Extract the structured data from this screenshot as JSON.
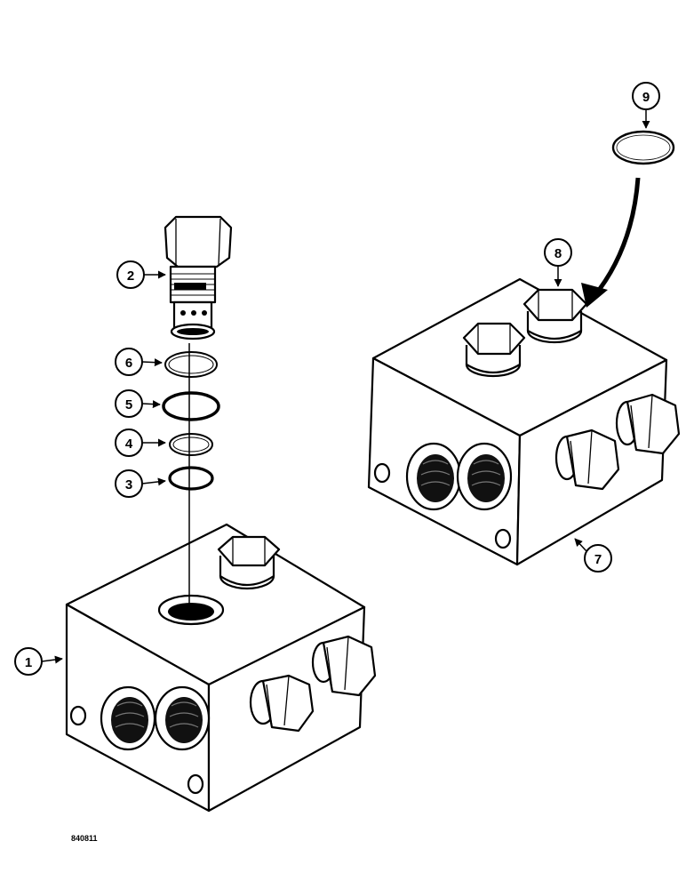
{
  "callouts": [
    "1",
    "2",
    "3",
    "4",
    "5",
    "6",
    "7",
    "8",
    "9"
  ],
  "reference_code": "840811"
}
